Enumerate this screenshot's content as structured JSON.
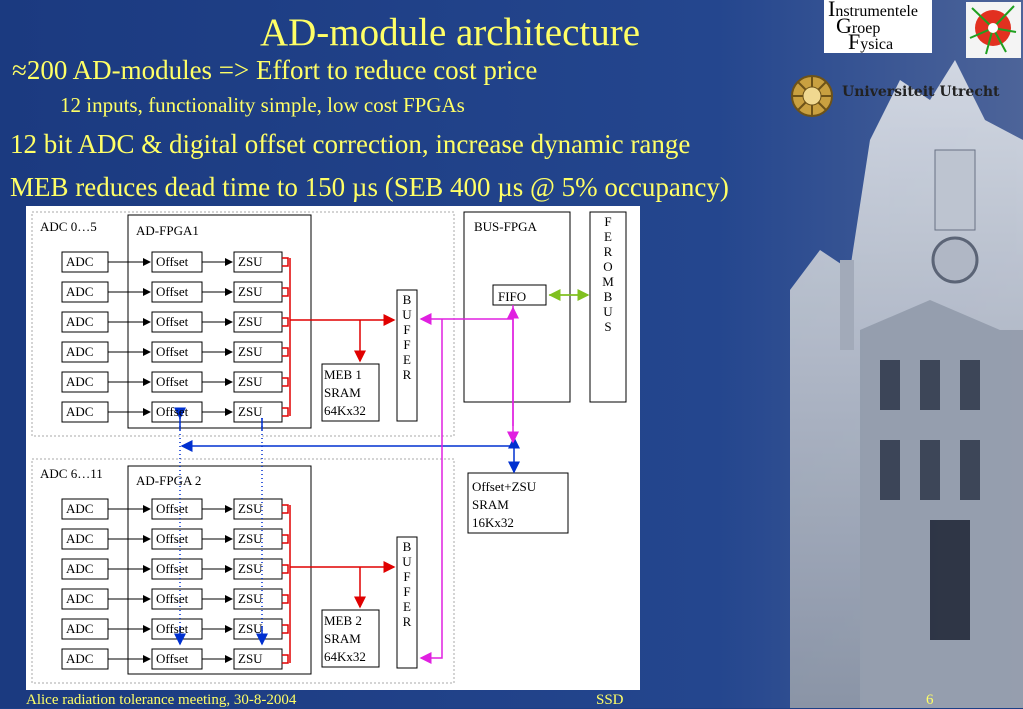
{
  "slide": {
    "title": "AD-module architecture",
    "bullets": [
      "≈200 AD-modules => Effort to reduce cost price",
      "12 inputs, functionality simple, low cost FPGAs",
      "12 bit ADC & digital offset correction, increase dynamic range",
      "MEB reduces dead time to 150 µs (SEB 400 µs @ 5% occupancy)"
    ],
    "footer": {
      "left": "Alice radiation tolerance meeting, 30-8-2004",
      "center": "SSD",
      "page": "6"
    }
  },
  "logos": {
    "ig": {
      "line1": "nstrumentele",
      "line2": "roep",
      "line3": "ysica",
      "cap1": "I",
      "cap2": "G",
      "cap3": "F"
    },
    "uu": "Universiteit Utrecht",
    "alice_icon": "alice-logo-icon"
  },
  "diagram": {
    "group1_label": "ADC  0…5",
    "group2_label": "ADC 6…11",
    "fpga1_label": "AD-FPGA1",
    "fpga2_label": "AD-FPGA 2",
    "adc_label": "ADC",
    "offset_label": "Offset",
    "zsu_label": "ZSU",
    "buffer_letters": "B U F F E R",
    "meb1": {
      "l1": "MEB 1",
      "l2": "SRAM",
      "l3": "64Kx32"
    },
    "meb2": {
      "l1": "MEB 2",
      "l2": "SRAM",
      "l3": "64Kx32"
    },
    "bus_fpga_label": "BUS-FPGA",
    "fifo_label": "FIFO",
    "ferom_bus_letters": "F E R O M  B U S",
    "offset_sram": {
      "l1": "Offset+ZSU",
      "l2": "SRAM",
      "l3": "16Kx32"
    }
  },
  "colors": {
    "title_yellow": "#ffff66",
    "slide_blue": "#1d3f86",
    "red_arrow": "#e00000",
    "blue_arrow": "#0030d0",
    "magenta_arrow": "#e020e0",
    "green_arrow": "#80c020"
  }
}
